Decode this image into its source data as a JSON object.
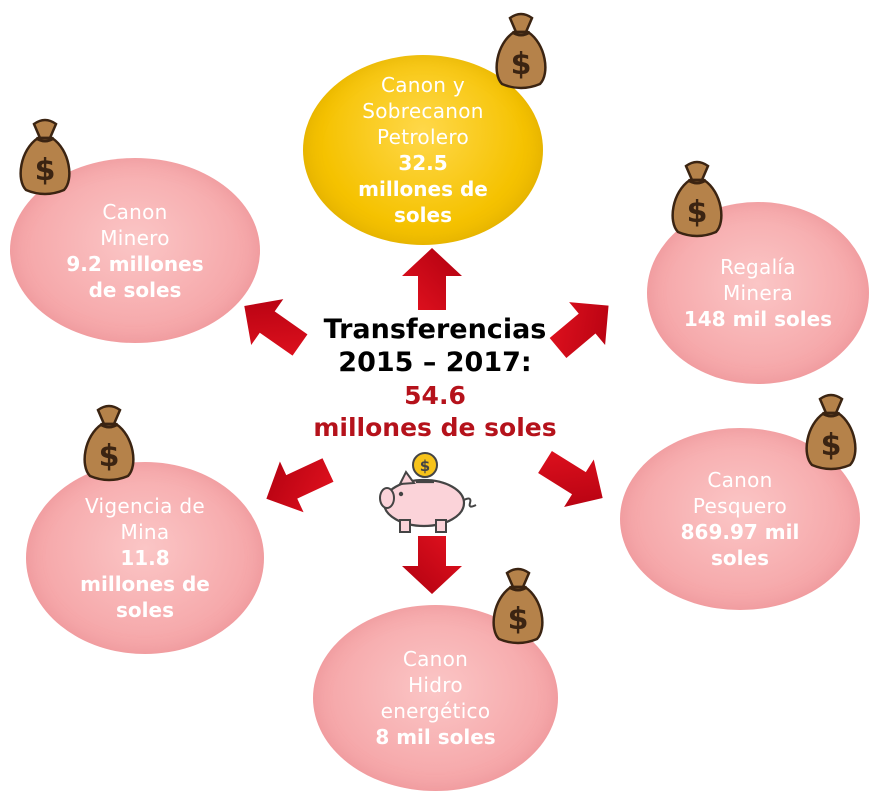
{
  "center": {
    "title": "Transferencias",
    "period": "2015 – 2017:",
    "amount": "54.6",
    "unit": "millones de soles"
  },
  "nodes": [
    {
      "id": "canon-petrolero",
      "lines": [
        "Canon y",
        "Sobrecanon",
        "Petrolero"
      ],
      "amount": "32.5",
      "unit_lines": [
        "millones de",
        "soles"
      ],
      "color": "#f5c200"
    },
    {
      "id": "canon-minero",
      "lines": [
        "Canon",
        "Minero"
      ],
      "amount": "9.2 millones",
      "unit_lines": [
        "de soles"
      ],
      "color": "#f6a9ab"
    },
    {
      "id": "regalia-minera",
      "lines": [
        "Regalía",
        "Minera"
      ],
      "amount": "148 mil soles",
      "unit_lines": [],
      "color": "#f6a9ab"
    },
    {
      "id": "vigencia-de-mina",
      "lines": [
        "Vigencia de",
        "Mina"
      ],
      "amount": "11.8",
      "unit_lines": [
        "millones de",
        "soles"
      ],
      "color": "#f6a9ab"
    },
    {
      "id": "canon-pesquero",
      "lines": [
        "Canon",
        "Pesquero"
      ],
      "amount": "869.97 mil",
      "unit_lines": [
        "soles"
      ],
      "color": "#f6a9ab"
    },
    {
      "id": "canon-hidroenergetico",
      "lines": [
        "Canon",
        "Hidro",
        "energético"
      ],
      "amount": "8 mil soles",
      "unit_lines": [],
      "color": "#f6a9ab"
    }
  ],
  "colors": {
    "arrow": "#d0021b",
    "bag": "#b5824a",
    "center_amount": "#b5121b"
  }
}
